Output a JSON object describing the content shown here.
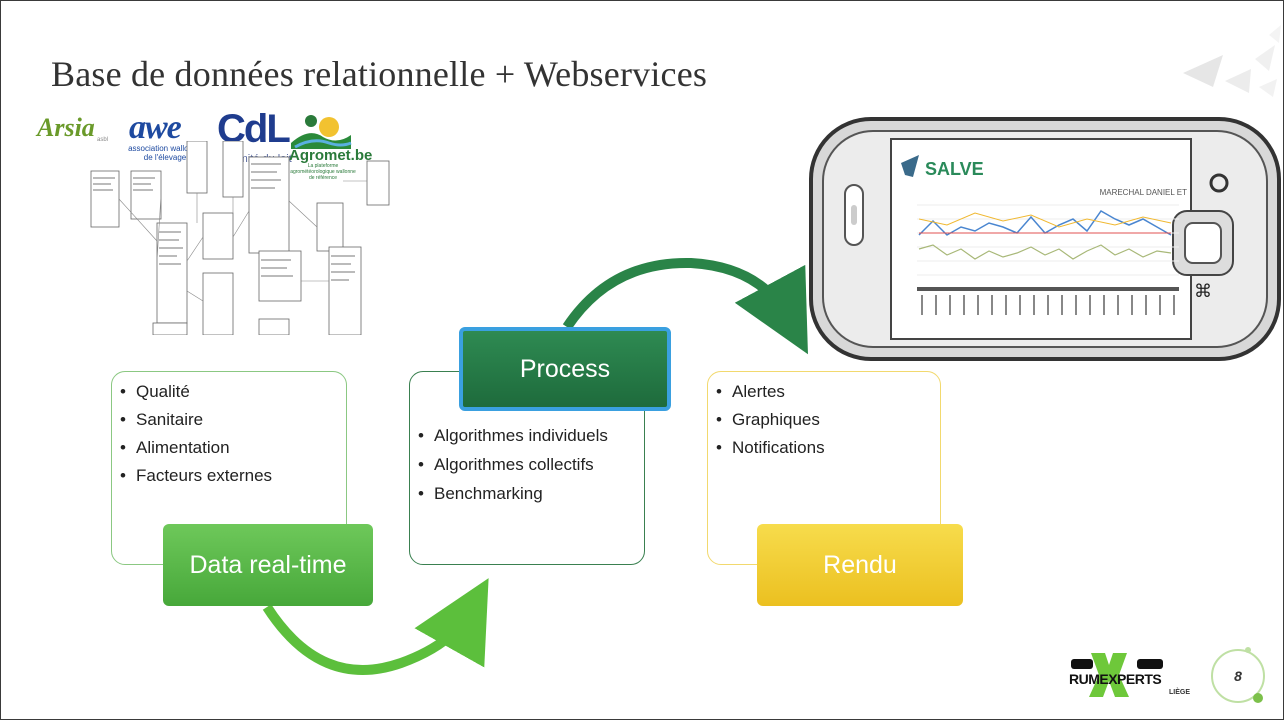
{
  "slide": {
    "title": "Base de données relationnelle + Webservices",
    "page_number": "8"
  },
  "logos": {
    "arsia": "Arsia",
    "arsia_sub": "asbl",
    "awe": "awe",
    "awe_sub": "association wallonne de l'élevage",
    "cdl": "CdL",
    "cdl_sub": "comité du lait",
    "agromet": "Agromet.be",
    "agromet_sub": "La plateforme agrométéorologique wallonne de référence",
    "salve": "SALVE",
    "rumexperts": "RUMEXPERTS",
    "liege": "LIÈGE"
  },
  "phone_screen": {
    "header_text": "MARECHAL DANIEL ET",
    "brand": "SALVE"
  },
  "boxes": {
    "data": {
      "items": [
        "Qualité",
        "Sanitaire",
        "Alimentation",
        "Facteurs externes"
      ],
      "label": "Data real-time"
    },
    "process": {
      "items": [
        "Algorithmes individuels",
        "Algorithmes collectifs",
        "Benchmarking"
      ],
      "label": "Process"
    },
    "rendu": {
      "items": [
        "Alertes",
        "Graphiques",
        "Notifications"
      ],
      "label": "Rendu"
    }
  },
  "colors": {
    "data_green": "#5cb84a",
    "process_green": "#237447",
    "process_border": "#3aa0e0",
    "rendu_yellow": "#f2cd34",
    "arrow_light": "#5cbf3c",
    "arrow_dark": "#2a8448"
  }
}
